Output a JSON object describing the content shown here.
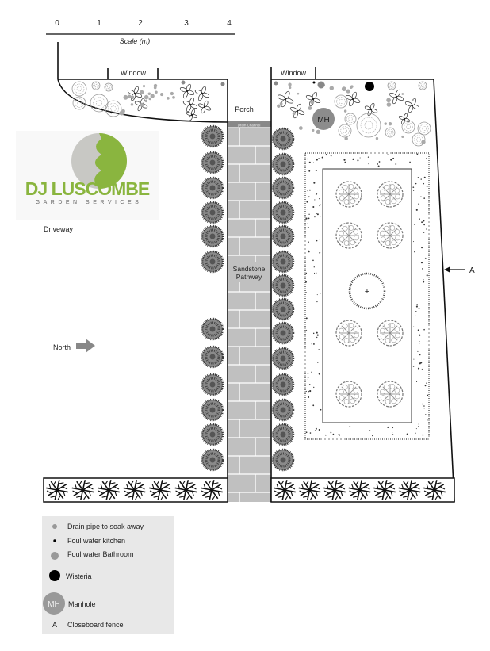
{
  "scale": {
    "ticks": [
      "0",
      "1",
      "2",
      "3",
      "4"
    ],
    "label": "Scale (m)"
  },
  "labels": {
    "window_left": "Window",
    "window_right": "Window",
    "porch": "Porch",
    "drain_channel": "Drain Channel",
    "pathway_line1": "Sandstone",
    "pathway_line2": "Pathway",
    "driveway": "Driveway",
    "north": "North",
    "manhole": "MH",
    "fence_marker": "A"
  },
  "logo": {
    "name": "DJ LUSCOMBE",
    "tagline": "GARDEN SERVICES"
  },
  "legend": [
    {
      "symbol": "drain-dot",
      "text": "Drain pipe to soak away"
    },
    {
      "symbol": "kitchen-dot",
      "text": "Foul water kitchen"
    },
    {
      "symbol": "bathroom-dot",
      "text": "Foul water Bathroom"
    },
    {
      "symbol": "wisteria-dot",
      "text": "Wisteria"
    },
    {
      "symbol": "MH",
      "text": "Manhole"
    },
    {
      "symbol": "A",
      "text": "Closeboard fence"
    }
  ],
  "colors": {
    "path": "#c0c0c0",
    "logo_green": "#8ab53f",
    "logo_gray": "#c8c8c4",
    "legend_bg": "#e8e8e8",
    "manhole": "#8c8c8c"
  }
}
